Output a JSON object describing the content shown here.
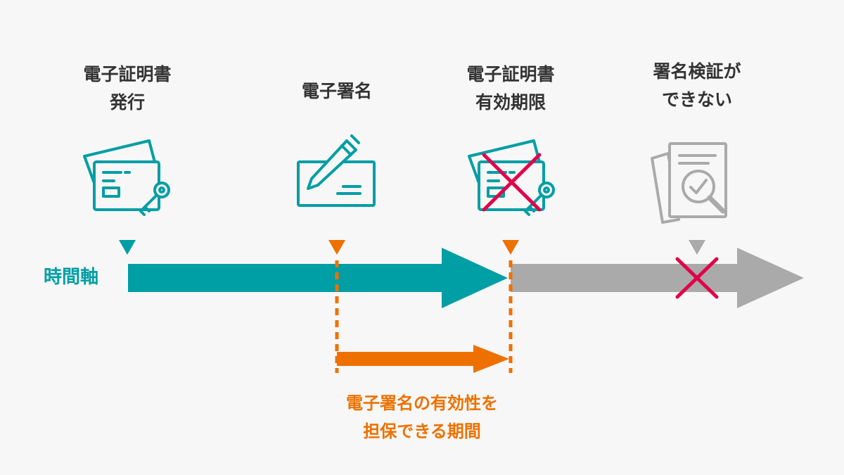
{
  "colors": {
    "teal": "#009ea5",
    "orange": "#ee7100",
    "gray": "#aaaaaa",
    "red": "#e2004a",
    "text": "#333333",
    "background": "#f7f7f7"
  },
  "milestones": [
    {
      "id": "issue",
      "lines": [
        "電子証明書",
        "発行"
      ],
      "icon": "certificate-key-icon"
    },
    {
      "id": "signature",
      "lines": [
        "電子署名"
      ],
      "icon": "pen-signature-icon"
    },
    {
      "id": "expiry",
      "lines": [
        "電子証明書",
        "有効期限"
      ],
      "icon": "certificate-key-crossed-icon"
    },
    {
      "id": "verify-fail",
      "lines": [
        "署名検証が",
        "できない"
      ],
      "icon": "document-magnifier-icon"
    }
  ],
  "axis": {
    "label": "時間軸"
  },
  "period": {
    "lines": [
      "電子署名の有効性を",
      "担保できる期間"
    ]
  }
}
